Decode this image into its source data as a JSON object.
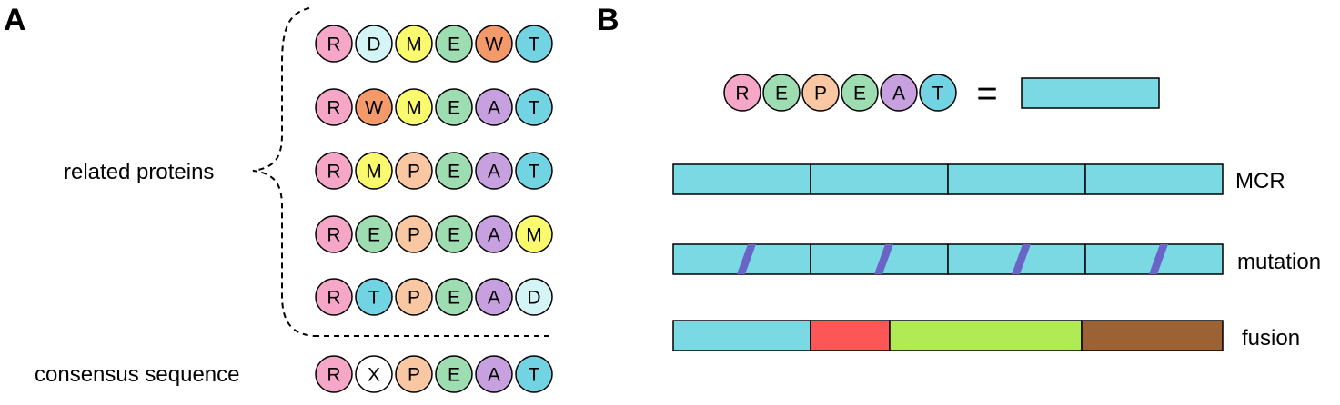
{
  "panel_a": {
    "label": "A",
    "related_label": "related proteins",
    "consensus_label": "consensus sequence",
    "rows": [
      [
        "R",
        "D",
        "M",
        "E",
        "W",
        "T"
      ],
      [
        "R",
        "W",
        "M",
        "E",
        "A",
        "T"
      ],
      [
        "R",
        "M",
        "P",
        "E",
        "A",
        "T"
      ],
      [
        "R",
        "E",
        "P",
        "E",
        "A",
        "M"
      ],
      [
        "R",
        "T",
        "P",
        "E",
        "A",
        "D"
      ]
    ],
    "consensus": [
      "R",
      "X",
      "P",
      "E",
      "A",
      "T"
    ]
  },
  "panel_b": {
    "label": "B",
    "repeat": [
      "R",
      "E",
      "P",
      "E",
      "A",
      "T"
    ],
    "equals": "=",
    "bars": {
      "mcr_label": "MCR",
      "mutation_label": "mutation",
      "fusion_label": "fusion"
    }
  },
  "colors": {
    "R": "#f6a7c8",
    "D": "#d4f4f6",
    "M": "#fafa6e",
    "E": "#9edcb2",
    "W": "#f49a6a",
    "T": "#72d3e2",
    "A": "#c7a0df",
    "P": "#f9c8a2",
    "X": "#ffffff",
    "repeat_bar": "#7ad9e2",
    "mutation_stripe": "#6a64c6",
    "fusion_red": "#fc5656",
    "fusion_green": "#b0eb56",
    "fusion_brown": "#9c6234"
  }
}
